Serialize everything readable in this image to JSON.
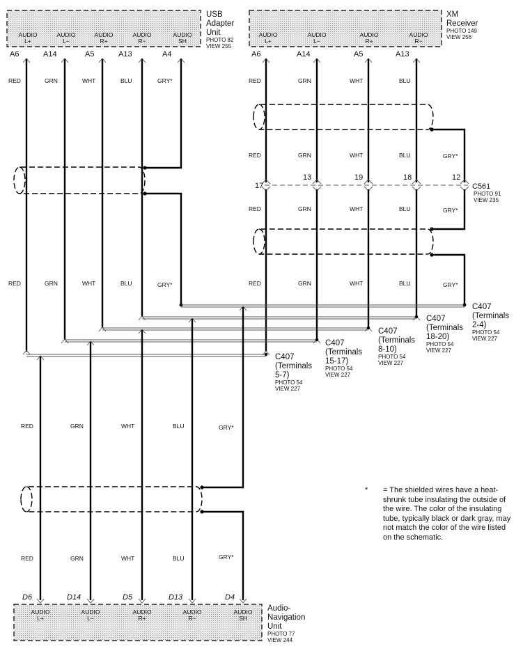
{
  "usb": {
    "title": [
      "USB",
      "Adapter",
      "Unit"
    ],
    "photo": "PHOTO 82",
    "view": "VIEW 255",
    "pins": [
      {
        "l1": "AUDIO",
        "l2": "L+",
        "term": "A6"
      },
      {
        "l1": "AUDIO",
        "l2": "L−",
        "term": "A14"
      },
      {
        "l1": "AUDIO",
        "l2": "R+",
        "term": "A5"
      },
      {
        "l1": "AUDIO",
        "l2": "R−",
        "term": "A13"
      },
      {
        "l1": "AUDIO",
        "l2": "SH",
        "term": "A4"
      }
    ]
  },
  "xm": {
    "title": [
      "XM",
      "Receiver"
    ],
    "photo": "PHOTO 149",
    "view": "VIEW 256",
    "pins": [
      {
        "l1": "AUDIO",
        "l2": "L+",
        "term": "A6"
      },
      {
        "l1": "AUDIO",
        "l2": "L−",
        "term": "A14"
      },
      {
        "l1": "AUDIO",
        "l2": "R+",
        "term": "A5"
      },
      {
        "l1": "AUDIO",
        "l2": "R−",
        "term": "A13"
      }
    ]
  },
  "nav": {
    "title": [
      "Audio-",
      "Navigation",
      "Unit"
    ],
    "photo": "PHOTO 77",
    "view": "VIEW 244",
    "pins": [
      {
        "l1": "AUDIO",
        "l2": "L+",
        "term": "D6"
      },
      {
        "l1": "AUDIO",
        "l2": "L−",
        "term": "D14"
      },
      {
        "l1": "AUDIO",
        "l2": "R+",
        "term": "D5"
      },
      {
        "l1": "AUDIO",
        "l2": "R−",
        "term": "D13"
      },
      {
        "l1": "AUDIO",
        "l2": "SH",
        "term": "D4"
      }
    ]
  },
  "wire_colors": {
    "red": "RED",
    "grn": "GRN",
    "wht": "WHT",
    "blu": "BLU",
    "gry": "GRY*"
  },
  "c561": {
    "label": "C561",
    "photo": "PHOTO 91",
    "view": "VIEW 235",
    "pins": [
      "17",
      "13",
      "19",
      "18",
      "12"
    ]
  },
  "c407": [
    {
      "label": "C407",
      "terms": [
        "(Terminals",
        "2-4)"
      ],
      "photo": "PHOTO 54",
      "view": "VIEW 227"
    },
    {
      "label": "C407",
      "terms": [
        "(Terminals",
        "18-20)"
      ],
      "photo": "PHOTO 54",
      "view": "VIEW 227"
    },
    {
      "label": "C407",
      "terms": [
        "(Terminals",
        "8-10)"
      ],
      "photo": "PHOTO 54",
      "view": "VIEW 227"
    },
    {
      "label": "C407",
      "terms": [
        "(Terminals",
        "15-17)"
      ],
      "photo": "PHOTO 54",
      "view": "VIEW 227"
    },
    {
      "label": "C407",
      "terms": [
        "(Terminals",
        "5-7)"
      ],
      "photo": "PHOTO 54",
      "view": "VIEW 227"
    }
  ],
  "note": {
    "mark": "*",
    "text": "= The shielded wires have a heat-shrunk tube insulating the outside of the wire.  The color of the insulating tube, typically black or dark gray, may not match the color of the wire listed on the schematic."
  }
}
